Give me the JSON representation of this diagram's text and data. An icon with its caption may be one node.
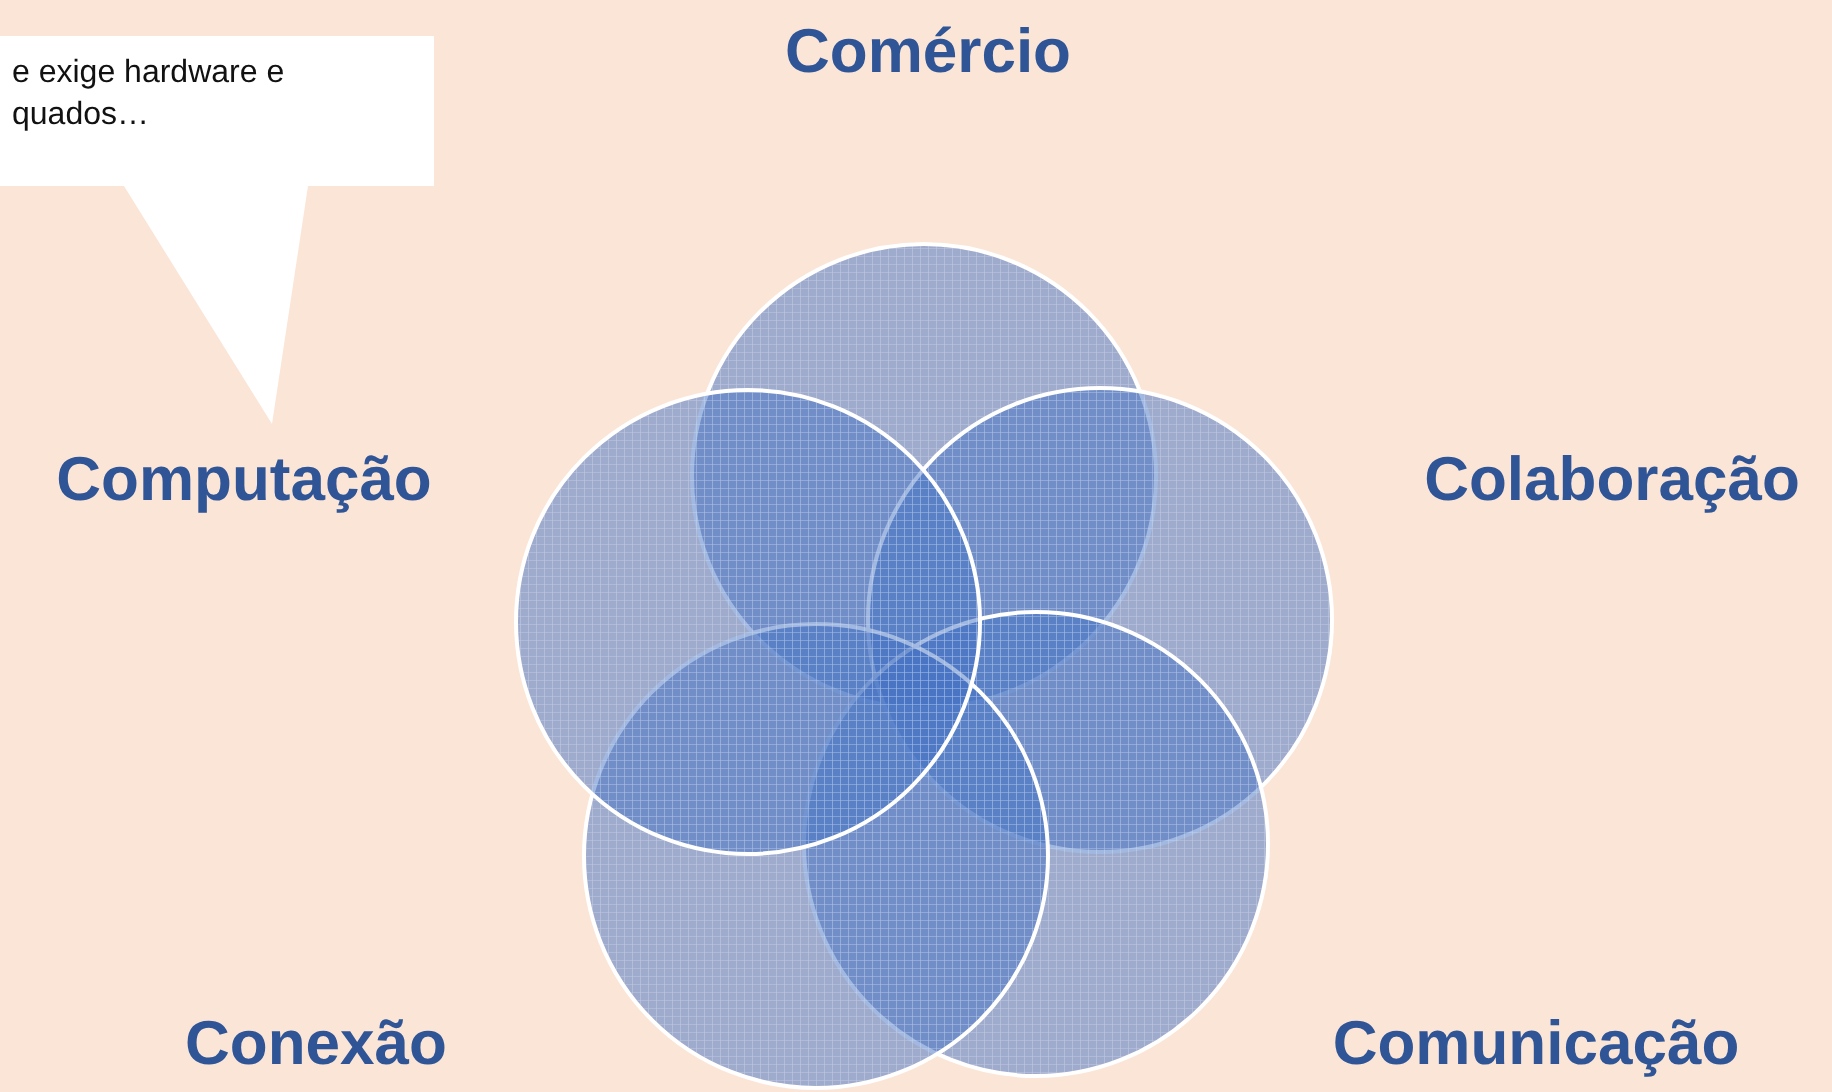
{
  "diagram": {
    "nodes": [
      {
        "text": [
          "e exige hardware e quados…"
        ]
      }
    ],
    "labels": [
      "Comércio",
      "Computação",
      "Colaboração",
      "Conexão",
      "Comunicação"
    ]
  }
}
